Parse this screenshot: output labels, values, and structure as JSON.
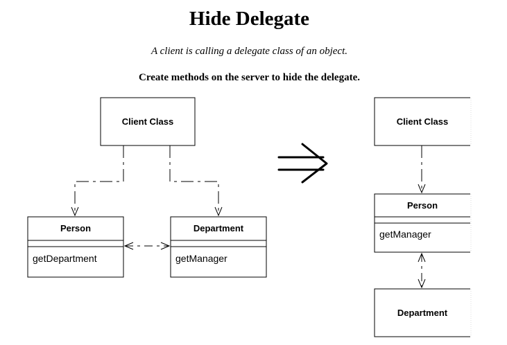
{
  "title": "Hide Delegate",
  "subtitle": "A client is calling a delegate class of an object.",
  "instruction": "Create methods on the server to hide the delegate.",
  "before": {
    "client": {
      "name": "Client Class"
    },
    "person": {
      "name": "Person",
      "method": "getDepartment"
    },
    "department": {
      "name": "Department",
      "method": "getManager"
    }
  },
  "after": {
    "client": {
      "name": "Client Class"
    },
    "person": {
      "name": "Person",
      "method": "getManager"
    },
    "department": {
      "name": "Department"
    }
  }
}
